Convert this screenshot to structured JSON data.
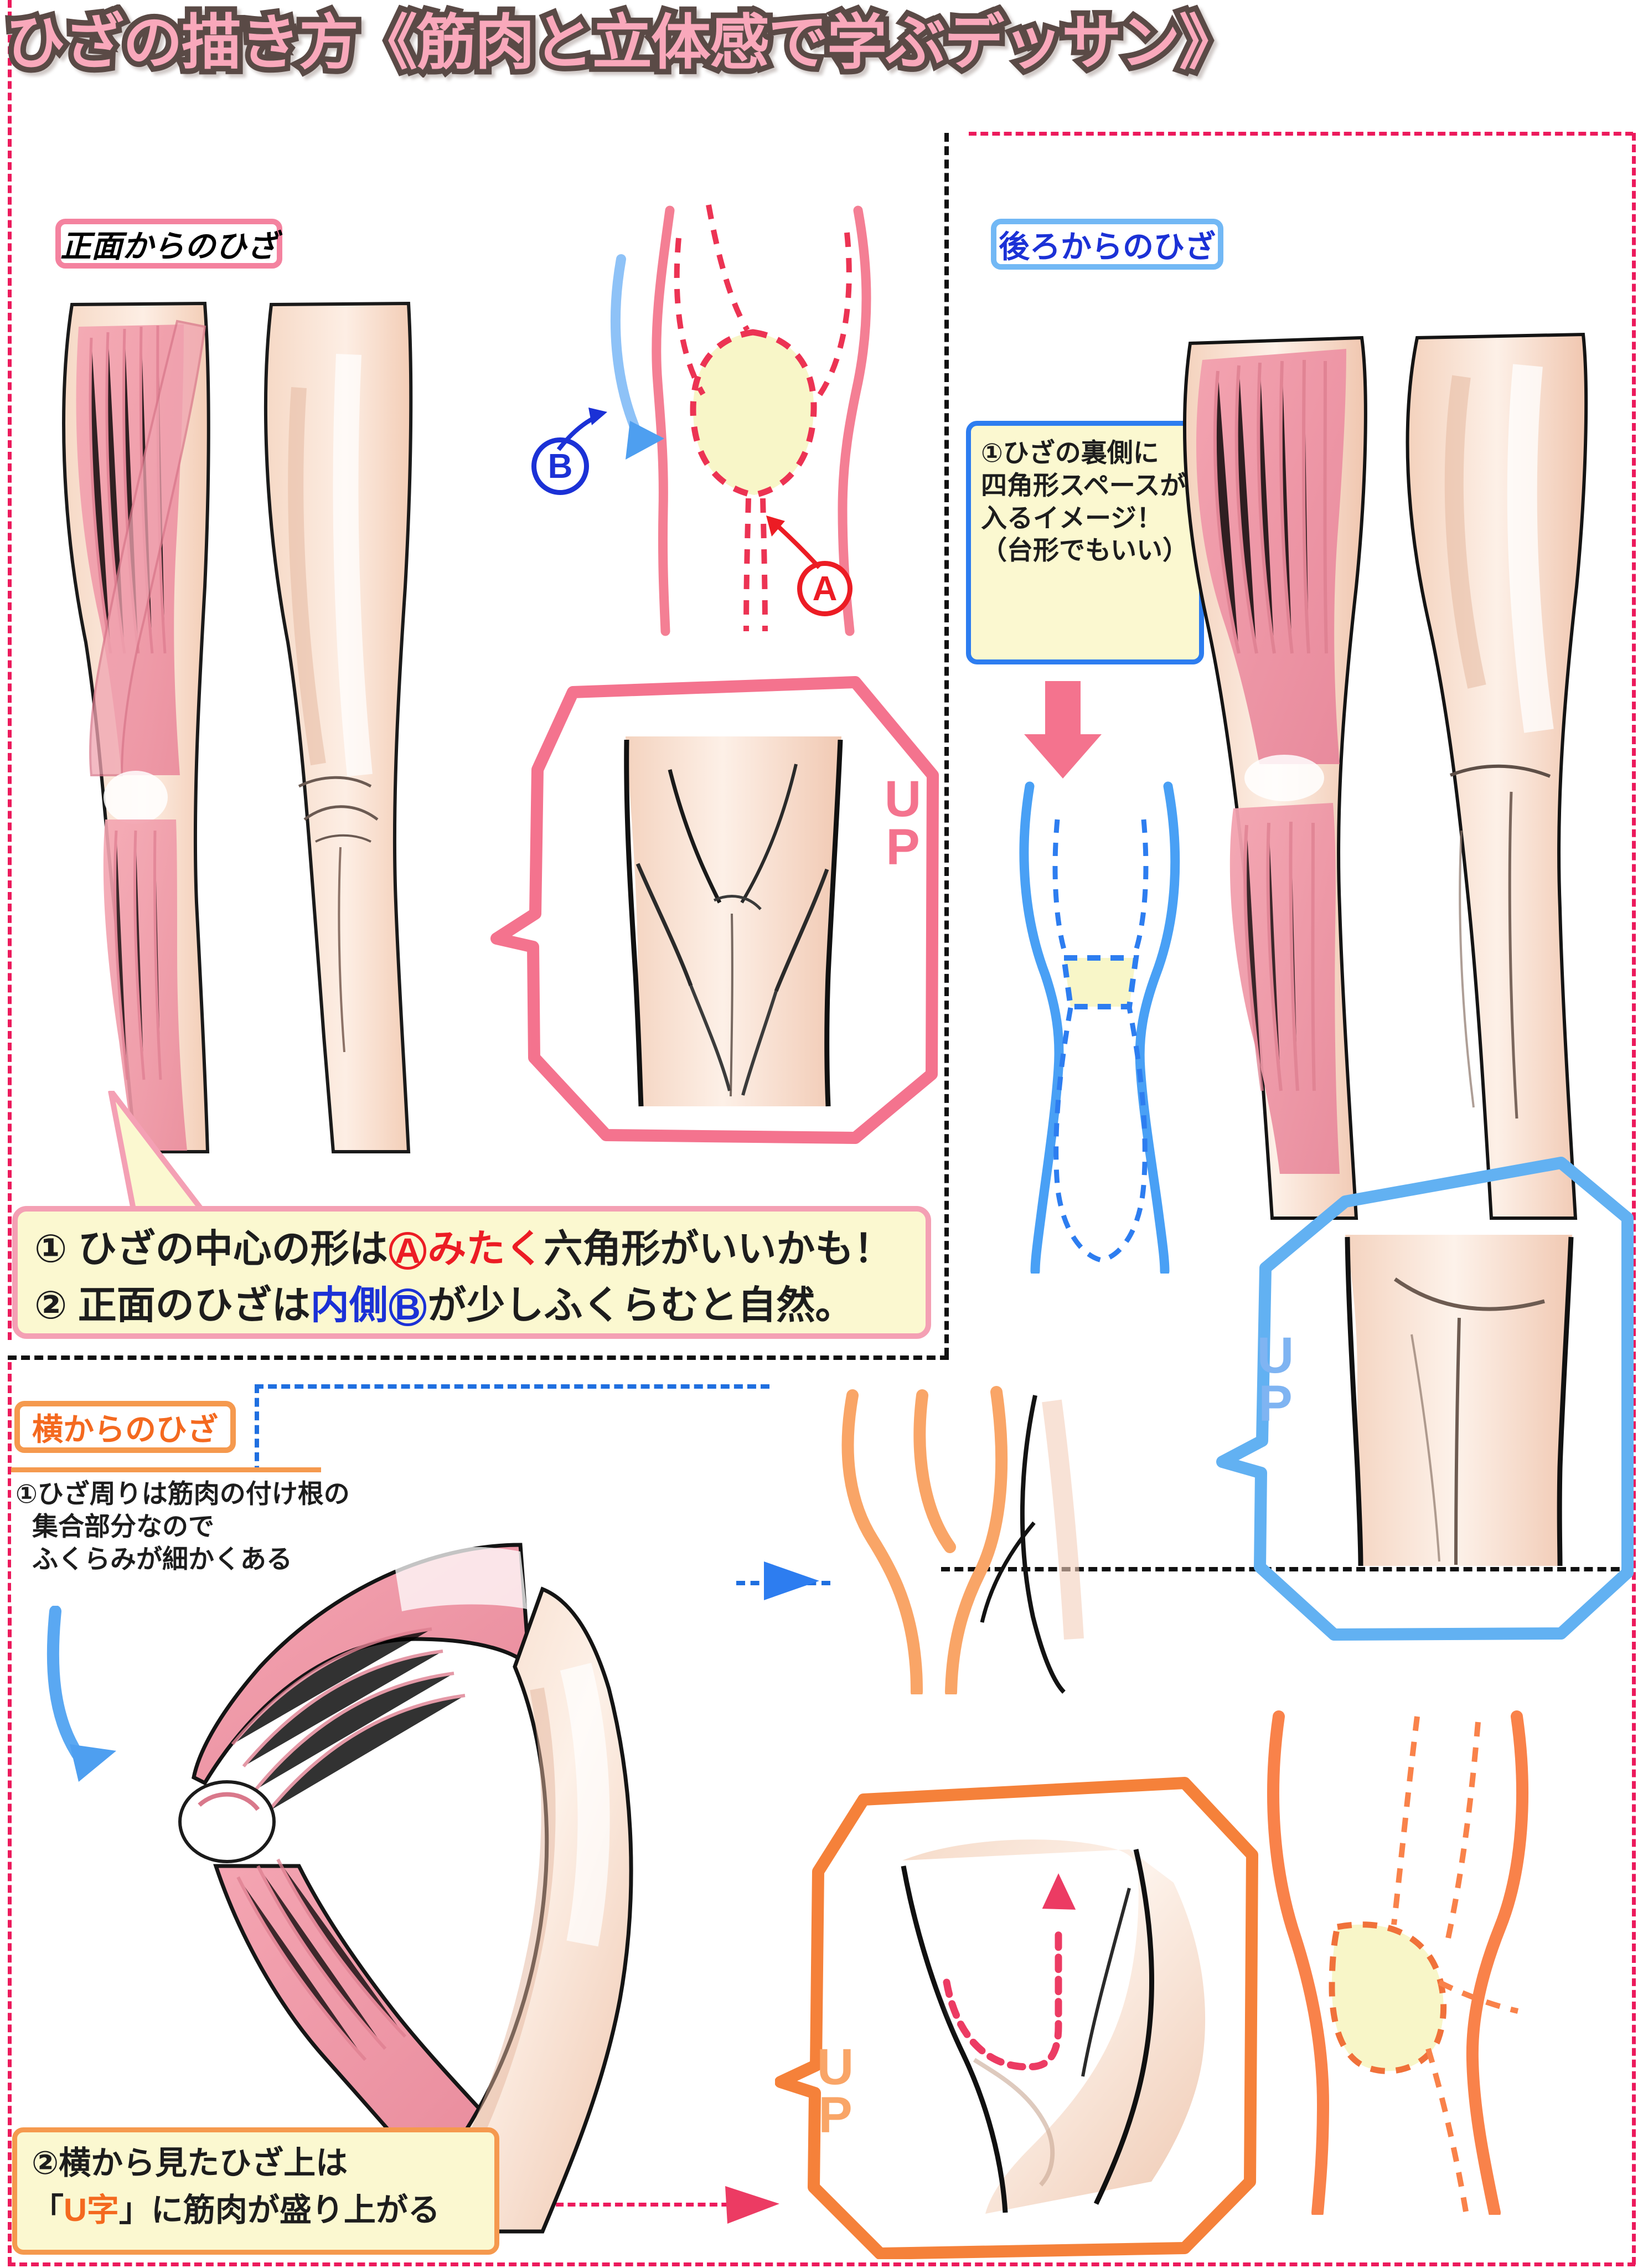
{
  "title": "ひざの描き方《筋肉と立体感で学ぶデッサン》",
  "sections": {
    "front": {
      "label": "正面からのひざ"
    },
    "back": {
      "label": "後ろからのひざ"
    },
    "side": {
      "label": "横からのひざ"
    }
  },
  "markers": {
    "a": "A",
    "b": "B"
  },
  "up_labels": {
    "front_zoom": "UP",
    "back_zoom": "UP",
    "side_zoom": "UP"
  },
  "notes": {
    "back_note": {
      "lines": [
        "①ひざの裏側に",
        "四角形スペースが",
        "入るイメージ！",
        "（台形でもいい）"
      ]
    },
    "front_note": {
      "line1_pre": "① ひざの中心の形は",
      "line1_marker": "A",
      "line1_red": "みたく",
      "line1_post": "六角形がいいかも！",
      "line2_pre": "② 正面のひざは",
      "line2_blue": "内側",
      "line2_marker": "B",
      "line2_post": "が少しふくらむと自然。"
    },
    "side_note1": {
      "lines": [
        "①ひざ周りは筋肉の付け根の",
        "集合部分なので",
        "ふくらみが細かくある"
      ]
    },
    "side_note2": {
      "line1": "②横から見たひざ上は",
      "line2_pre": "「",
      "line2_orange": "U字",
      "line2_post": "」に筋肉が盛り上がる"
    }
  },
  "colors": {
    "title_fill": "#f9a8bb",
    "title_stroke": "#5a4a46",
    "pink_accent": "#f4829f",
    "blue_accent": "#72b8f5",
    "orange_accent": "#f5994e",
    "note_bg": "#fbf8d0",
    "red": "#ec1c24",
    "blue": "#1b31d6",
    "muscle_pink": "#f2a0ab",
    "skin": "#f8d7c2",
    "knee_yellow": "#f7f4b8"
  },
  "icons": {
    "down_arrow": "down-arrow-icon",
    "up_arrow": "up-arrow-icon",
    "curve_arrow_blue": "curved-arrow-blue-icon",
    "curve_arrow_red": "curved-arrow-red-icon"
  }
}
